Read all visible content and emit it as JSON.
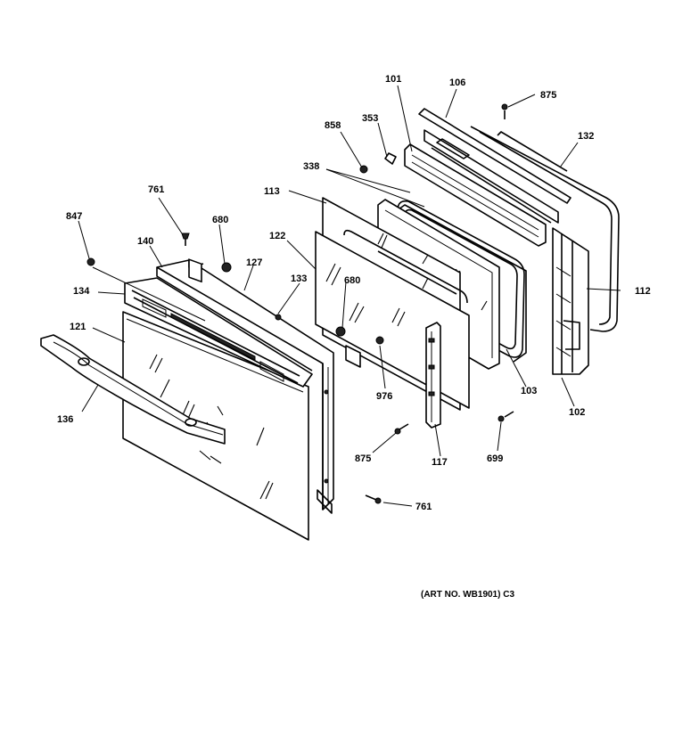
{
  "callouts": {
    "c101": "101",
    "c106": "106",
    "c875a": "875",
    "c858": "858",
    "c353": "353",
    "c132": "132",
    "c338": "338",
    "c113": "113",
    "c761a": "761",
    "c680a": "680",
    "c847": "847",
    "c140": "140",
    "c122": "122",
    "c127": "127",
    "c134": "134",
    "c133": "133",
    "c680b": "680",
    "c112": "112",
    "c121": "121",
    "c976": "976",
    "c103": "103",
    "c102": "102",
    "c136": "136",
    "c875b": "875",
    "c117": "117",
    "c699": "699",
    "c761b": "761"
  },
  "art_number": "(ART NO. WB1901) C3"
}
